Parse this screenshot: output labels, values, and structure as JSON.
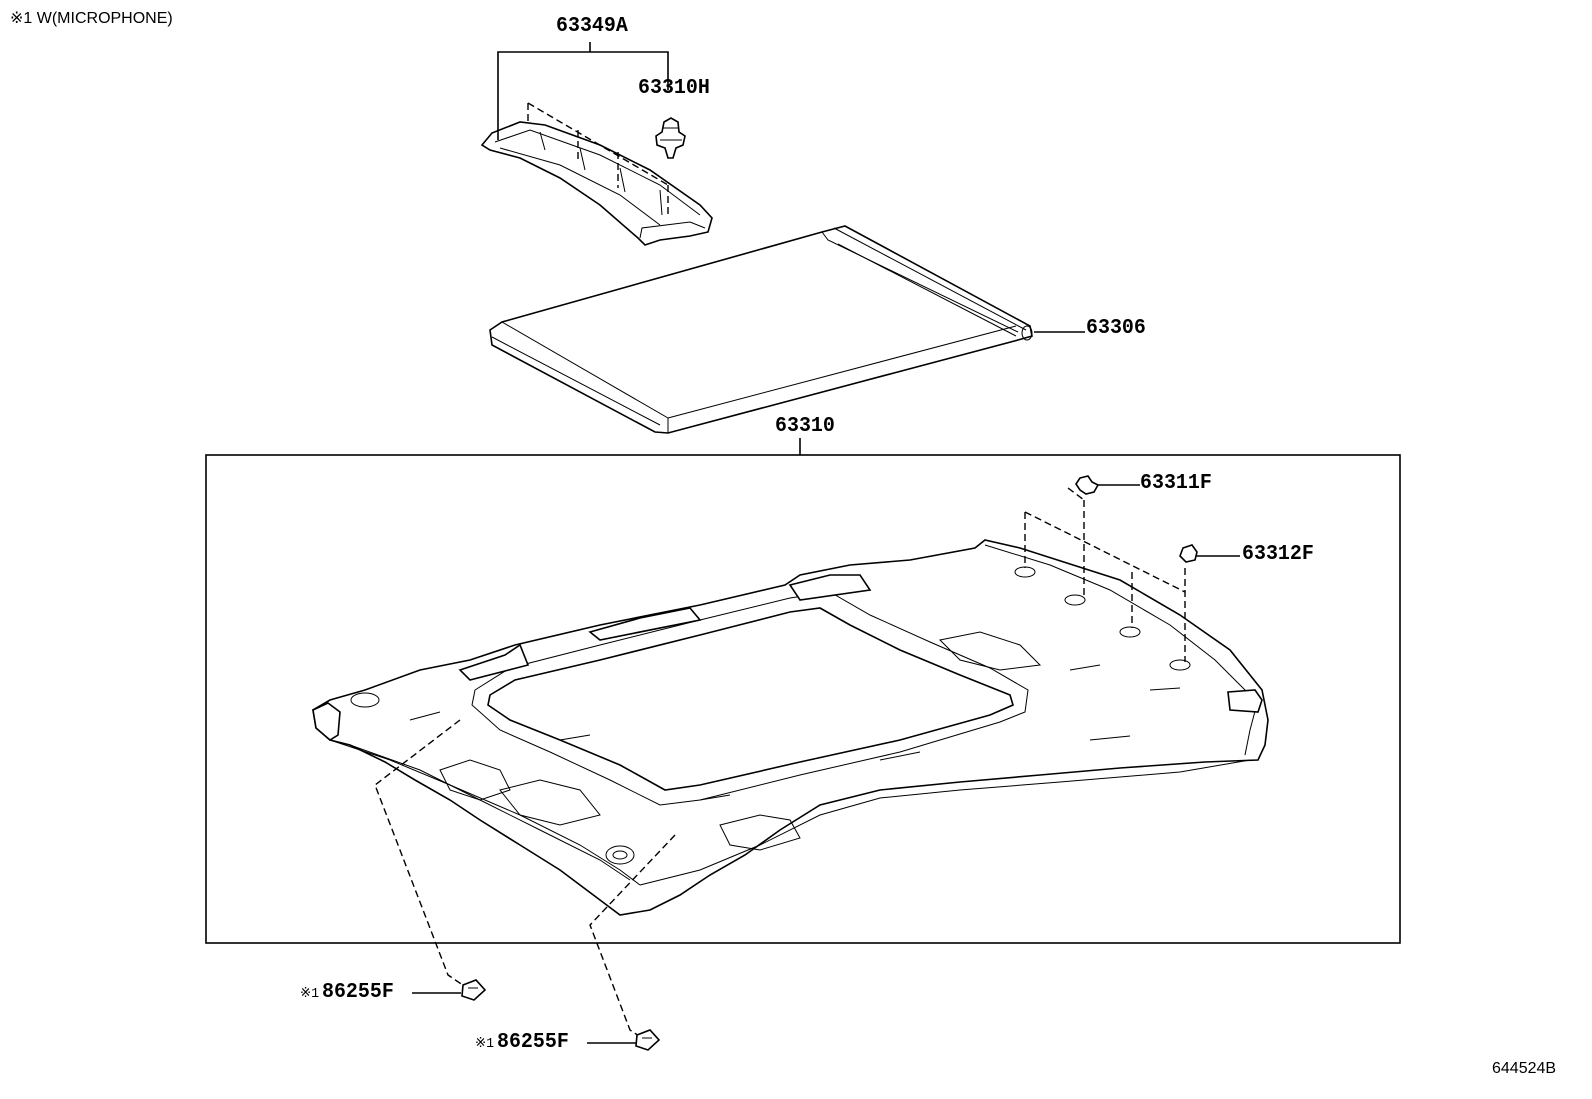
{
  "note": "※1 W(MICROPHONE)",
  "diagram_id": "644524B",
  "callouts": {
    "p63349A": "63349A",
    "p63310H": "63310H",
    "p63306": "63306",
    "p63310": "63310",
    "p63311F": "63311F",
    "p63312F": "63312F",
    "p86255F_a": "86255F",
    "p86255F_b": "86255F"
  },
  "marks": {
    "m1_a": "※1",
    "m1_b": "※1"
  }
}
